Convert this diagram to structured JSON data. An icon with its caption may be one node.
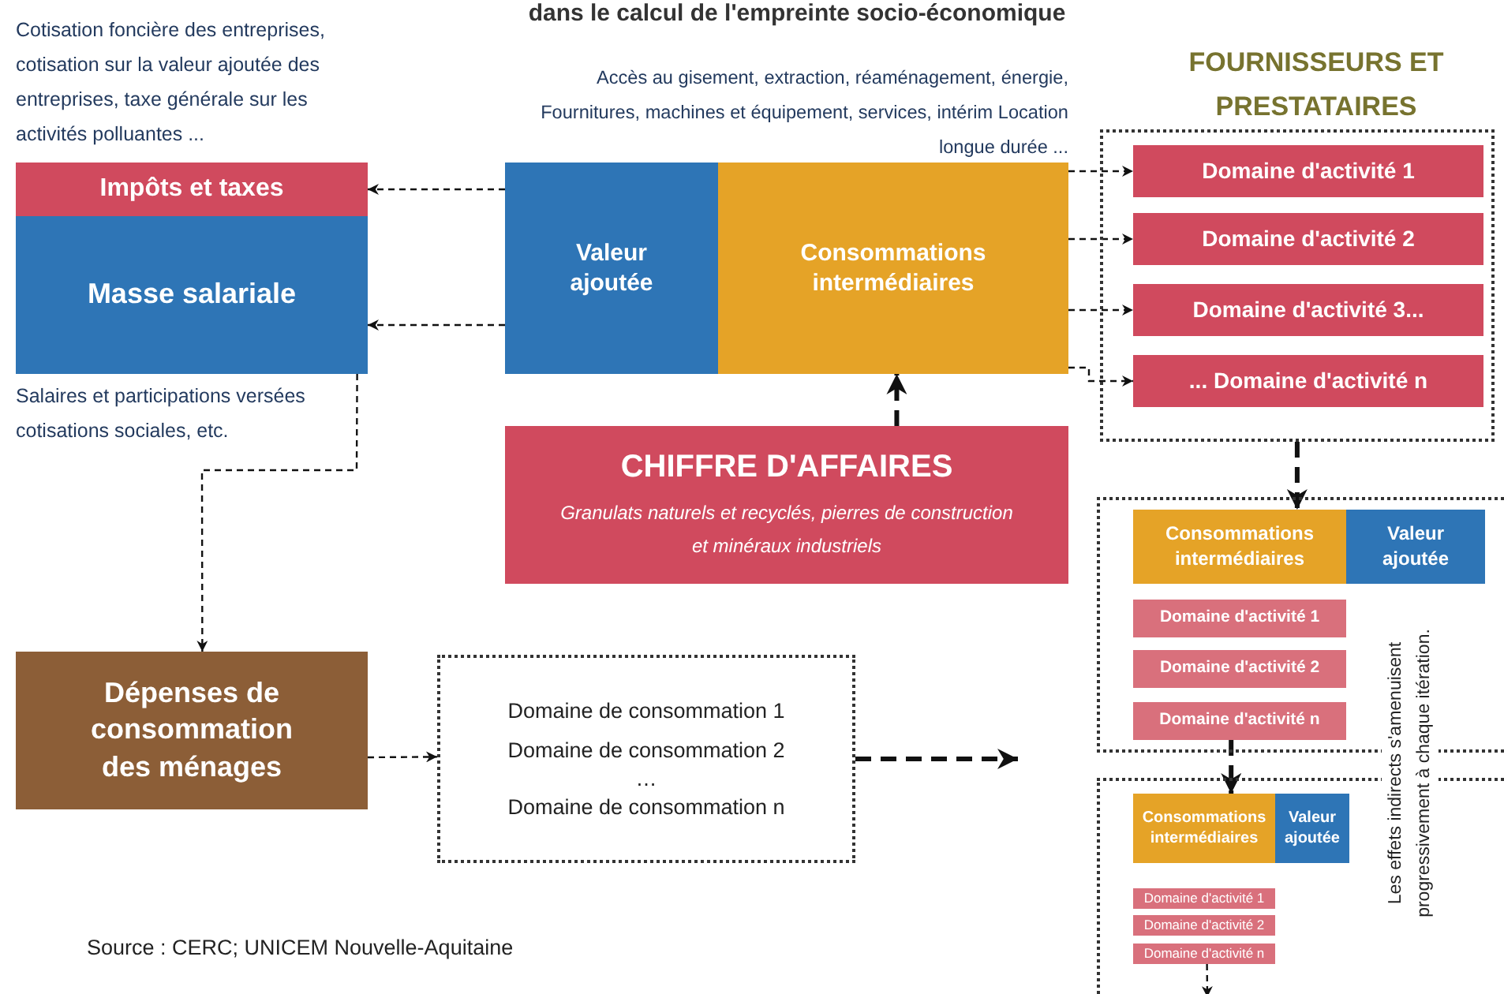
{
  "diagram": {
    "title": "dans le calcul de l'empreinte socio-économique",
    "nodes": [
      {
        "text": [
          "Impôts et taxes"
        ],
        "beside": [
          "Cotisation foncière des entreprises, cotisation sur la valeur ajoutée des entreprises, taxe générale sur les activités polluantes ..."
        ]
      },
      {
        "text": [
          "Masse salariale"
        ],
        "beside": [
          "Salaires et participations versées cotisations sociales, etc."
        ]
      },
      {
        "text": [
          "Valeur ajoutée"
        ]
      },
      {
        "text": [
          "Consommations intermédiaires"
        ],
        "beside": [
          "Accès au gisement, extraction, réaménagement, énergie, Fournitures, machines et équipement, services, intérim Location longue durée ..."
        ]
      },
      {
        "text": [
          "CHIFFRE D'AFFAIRES",
          "Granulats naturels et recyclés, pierres de construction et minéraux industriels"
        ]
      },
      {
        "text": [
          "FOURNISSEURS ET PRESTATAIRES"
        ]
      },
      {
        "text": [
          "Domaine d'activité 1"
        ],
        "in": 5
      },
      {
        "text": [
          "Domaine d'activité 2"
        ],
        "in": 5
      },
      {
        "text": [
          "Domaine d'activité 3..."
        ],
        "in": 5
      },
      {
        "text": [
          "... Domaine d'activité n"
        ],
        "in": 5
      },
      {
        "text": [
          "Dépenses de consommation des ménages"
        ]
      },
      {
        "text": [
          "Domaine de consommation 1",
          "Domaine de consommation 2",
          "…",
          "Domaine de consommation n"
        ]
      },
      {
        "text": [],
        "shape": "box"
      },
      {
        "text": [
          "Consommations intermédiaires"
        ],
        "in": 12
      },
      {
        "text": [
          "Valeur ajoutée"
        ],
        "in": 12
      },
      {
        "text": [
          "Domaine d'activité 1"
        ],
        "in": 12
      },
      {
        "text": [
          "Domaine d'activité 2"
        ],
        "in": 12
      },
      {
        "text": [
          "Domaine d'activité n"
        ],
        "in": 12
      },
      {
        "text": [],
        "shape": "box"
      },
      {
        "text": [
          "Consommations intermédiaires"
        ],
        "in": 18
      },
      {
        "text": [
          "Valeur ajoutée"
        ],
        "in": 18
      },
      {
        "text": [
          "Domaine d'activité 1"
        ],
        "in": 18
      },
      {
        "text": [
          "Domaine d'activité 2"
        ],
        "in": 18
      },
      {
        "text": [
          "Domaine d'activité n"
        ],
        "in": 18
      }
    ],
    "edges": [
      {
        "from": 2,
        "to": 0,
        "arrow": "to",
        "style": "dashed"
      },
      {
        "from": 2,
        "to": 1,
        "arrow": "to",
        "style": "dashed"
      },
      {
        "from": 4,
        "to": 3,
        "arrow": "to",
        "style": "dashed"
      },
      {
        "from": 3,
        "to": 6,
        "arrow": "to",
        "style": "dashed"
      },
      {
        "from": 3,
        "to": 7,
        "arrow": "to",
        "style": "dashed"
      },
      {
        "from": 3,
        "to": 8,
        "arrow": "to",
        "style": "dashed"
      },
      {
        "from": 3,
        "to": 9,
        "arrow": "to",
        "style": "dashed"
      },
      {
        "from": 1,
        "to": 10,
        "arrow": "to",
        "style": "dashed"
      },
      {
        "from": 10,
        "to": 11,
        "arrow": "to",
        "style": "dashed"
      },
      {
        "from": 11,
        "to": null,
        "arrow": "to",
        "style": "dashed"
      },
      {
        "from": 5,
        "to": 13,
        "arrow": "to",
        "style": "dashed"
      },
      {
        "from": 17,
        "to": 19,
        "arrow": "to",
        "style": "dashed"
      },
      {
        "from": 23,
        "to": null,
        "arrow": "to",
        "style": "dashed"
      }
    ],
    "labels": [
      "Les effets indirects s'amenuisent progressivement à chaque itération.",
      "Source : CERC; UNICEM Nouvelle-Aquitaine"
    ]
  }
}
